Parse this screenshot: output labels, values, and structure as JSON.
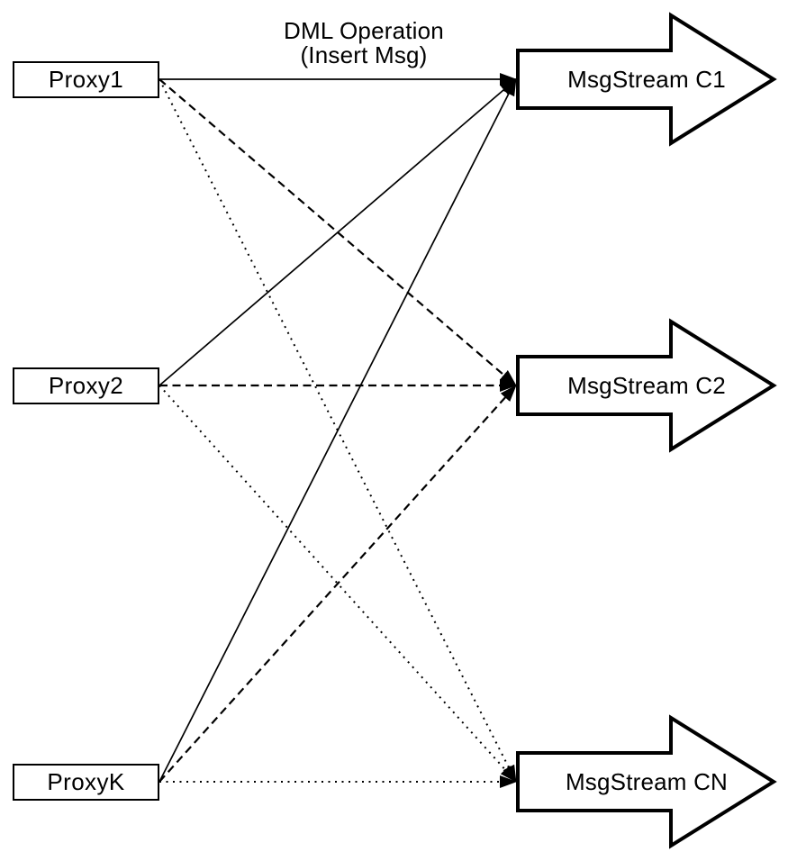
{
  "diagram": {
    "edge_label": {
      "line1": "DML Operation",
      "line2": "(Insert Msg)"
    },
    "proxies": [
      {
        "id": "proxy1",
        "label": "Proxy1"
      },
      {
        "id": "proxy2",
        "label": "Proxy2"
      },
      {
        "id": "proxyk",
        "label": "ProxyK"
      }
    ],
    "streams": [
      {
        "id": "c1",
        "label": "MsgStream C1"
      },
      {
        "id": "c2",
        "label": "MsgStream C2"
      },
      {
        "id": "cn",
        "label": "MsgStream CN"
      }
    ],
    "edges": [
      {
        "from": "proxy1",
        "to": "c1",
        "style": "solid"
      },
      {
        "from": "proxy2",
        "to": "c1",
        "style": "solid"
      },
      {
        "from": "proxyk",
        "to": "c1",
        "style": "solid"
      },
      {
        "from": "proxy1",
        "to": "c2",
        "style": "dashed"
      },
      {
        "from": "proxy2",
        "to": "c2",
        "style": "dashed"
      },
      {
        "from": "proxyk",
        "to": "c2",
        "style": "dashed"
      },
      {
        "from": "proxy1",
        "to": "cn",
        "style": "dotted"
      },
      {
        "from": "proxy2",
        "to": "cn",
        "style": "dotted"
      },
      {
        "from": "proxyk",
        "to": "cn",
        "style": "dotted"
      }
    ],
    "colors": {
      "stroke": "#000000",
      "fill": "#ffffff"
    }
  }
}
